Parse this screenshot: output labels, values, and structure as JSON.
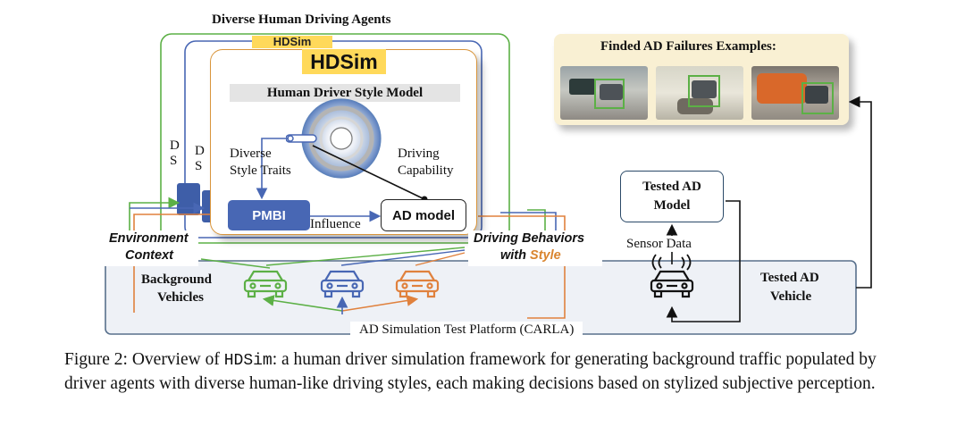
{
  "stack": {
    "title": "Diverse Human Driving Agents",
    "back_tag": "HDSim",
    "tag": "HDSim",
    "back_letters_1": "D",
    "back_letters_2": "S",
    "back_letters_3": "D",
    "back_letters_4": "S"
  },
  "style_model": {
    "title": "Human Driver Style Model",
    "diverse_line1": "Diverse",
    "diverse_line2": "Style Traits",
    "capability_line1": "Driving",
    "capability_line2": "Capability",
    "pmbi_label": "PMBI",
    "ad_model_label": "AD model",
    "influence_label": "Influence"
  },
  "labels": {
    "environment_line1": "Environment",
    "environment_line2": "Context",
    "behaviors_line1": "Driving Behaviors",
    "behaviors_with": "with ",
    "behaviors_style": "Style",
    "background_line1": "Background",
    "background_line2": "Vehicles",
    "platform": "AD Simulation Test Platform (CARLA)",
    "sensor_data": "Sensor Data",
    "tested_vehicle_line1": "Tested AD",
    "tested_vehicle_line2": "Vehicle"
  },
  "tested_model": {
    "line1": "Tested AD",
    "line2": "Model"
  },
  "failures": {
    "title": "Finded AD Failures Examples:"
  },
  "caption": {
    "prefix": "Figure 2: Overview of ",
    "name": "HDSim",
    "text": ": a human driver simulation framework for generating background traffic populated by driver agents with diverse human-like driving styles, each making decisions based on stylized subjective perception."
  },
  "colors": {
    "green": "#5cb046",
    "blue": "#4867b4",
    "orange": "#e0813d",
    "panel_border": "#d9953b",
    "tag_yellow": "#ffd95a",
    "platform_fill": "#eef1f6",
    "platform_border": "#58708c"
  }
}
